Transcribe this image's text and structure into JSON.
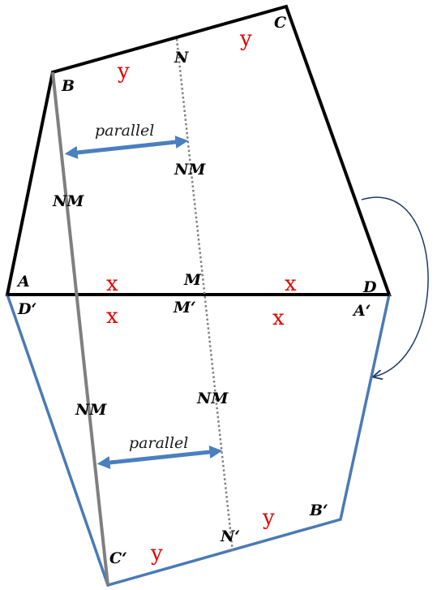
{
  "colors": {
    "original_shape": "#000000",
    "reflected_shape": "#4a7ab5",
    "line_nm_prime": "#7f7f7f",
    "midline": "#808080",
    "arrow": "#4a7fc0",
    "rotation_arrow": "#1f3a68",
    "segment_label": "#e00000"
  },
  "points": {
    "A": "A",
    "B": "B",
    "C": "C",
    "D": "D",
    "M": "M",
    "N": "N",
    "A_prime": "A‘",
    "B_prime": "B‘",
    "C_prime": "C‘",
    "D_prime": "D‘",
    "M_prime": "M‘",
    "N_prime": "N‘"
  },
  "labels": {
    "nm": "NM",
    "parallel": "parallel",
    "x": "x",
    "y": "y"
  }
}
